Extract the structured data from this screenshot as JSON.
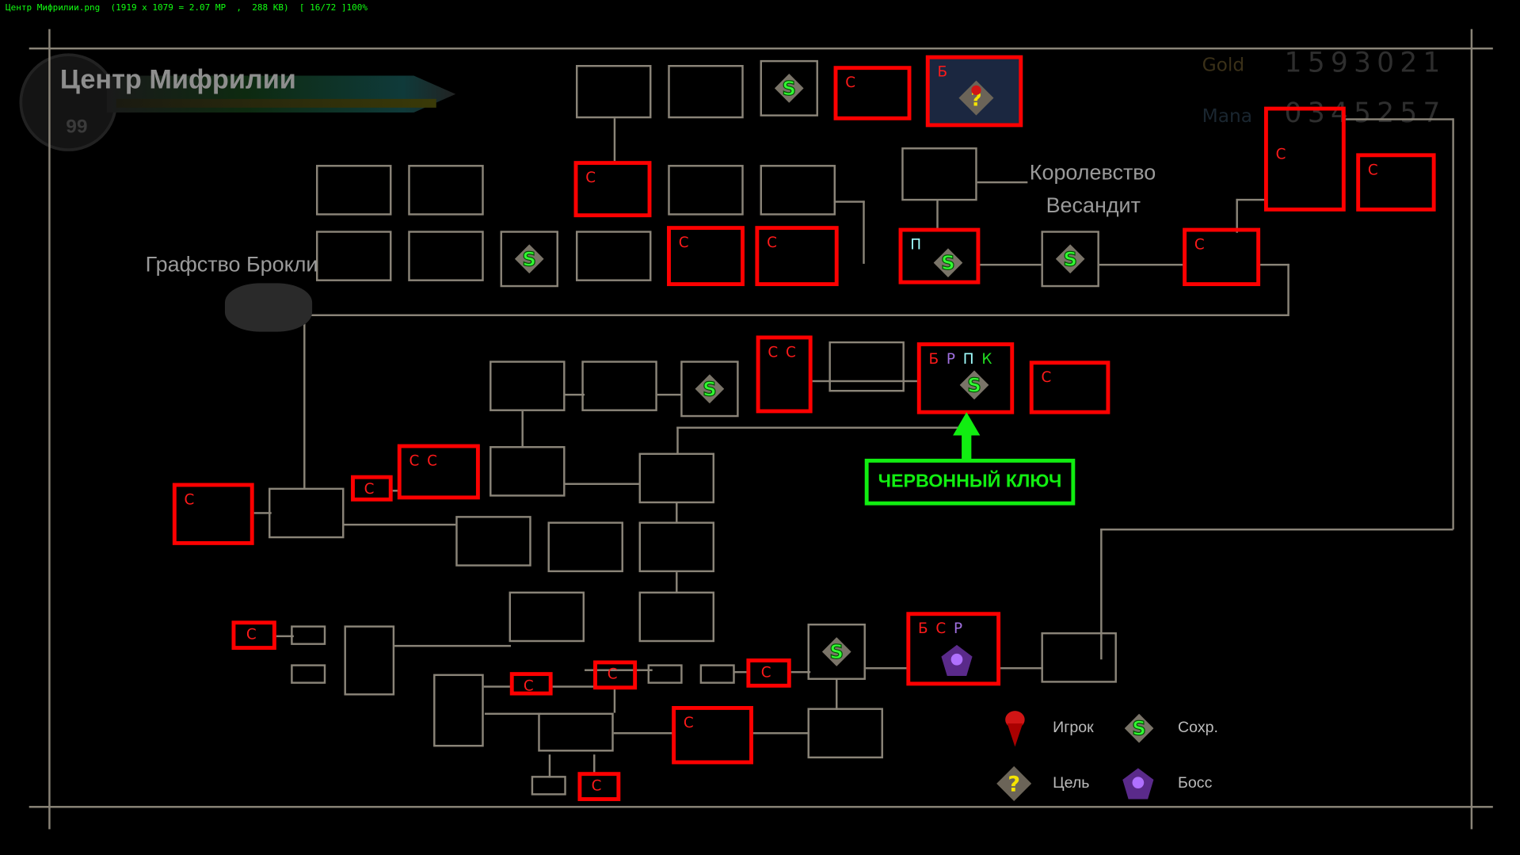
{
  "viewer_info": "Центр Мифрилии.png  (1919 x 1079 = 2.07 MP  ,  288 KB)  [ 16/72 ]100%",
  "hud": {
    "location": "Центр Мифрилии",
    "level": "99",
    "gold_label": "Gold",
    "gold": "1593021",
    "mana_label": "Mana",
    "mana": "0345257"
  },
  "regions": {
    "west": "Графство Брокли",
    "east_line1": "Королевство",
    "east_line2": "Весандит"
  },
  "annotation": {
    "key_label": "ЧЕРВОННЫЙ КЛЮЧ"
  },
  "colors": {
    "С": "#ff1a1a",
    "Б": "#ff1a1a",
    "Р": "#a070e0",
    "П": "#a0ffff",
    "К": "#22dd22"
  },
  "red_rooms": [
    [
      "С"
    ],
    [
      "Б"
    ],
    [
      "С"
    ],
    [
      "С"
    ],
    [
      "С"
    ],
    [
      "С"
    ],
    [
      "С"
    ],
    [
      "П"
    ],
    [
      "С"
    ],
    [
      "С",
      "С"
    ],
    [
      "Б",
      "Р",
      "П",
      "К"
    ],
    [
      "С"
    ],
    [
      "С",
      "С"
    ],
    [
      "С"
    ],
    [
      "С"
    ],
    [
      "С"
    ],
    [
      "С"
    ],
    [
      "С"
    ],
    [
      "С"
    ],
    [
      "С"
    ],
    [
      "С"
    ],
    [
      "Б",
      "С",
      "Р"
    ]
  ],
  "legend": {
    "player": "Игрок",
    "save": "Сохр.",
    "target": "Цель",
    "boss": "Босс"
  }
}
